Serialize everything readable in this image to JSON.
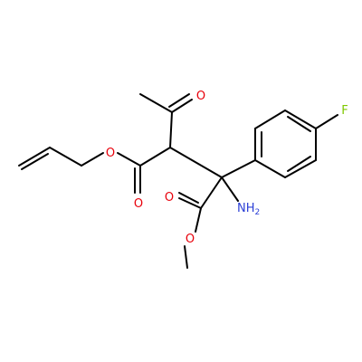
{
  "molecule": {
    "atoms": {
      "O_ketone": {
        "text": "O",
        "color": "#e8000b"
      },
      "O_ester1_single": {
        "text": "O",
        "color": "#e8000b"
      },
      "O_ester1_double": {
        "text": "O",
        "color": "#e8000b"
      },
      "O_ester2_double": {
        "text": "O",
        "color": "#e8000b"
      },
      "O_ester2_single": {
        "text": "O",
        "color": "#e8000b"
      },
      "F": {
        "text": "F",
        "color": "#7ec800"
      },
      "N": {
        "text": "NH",
        "sub": "2",
        "color": "#2b3fd6"
      }
    }
  }
}
